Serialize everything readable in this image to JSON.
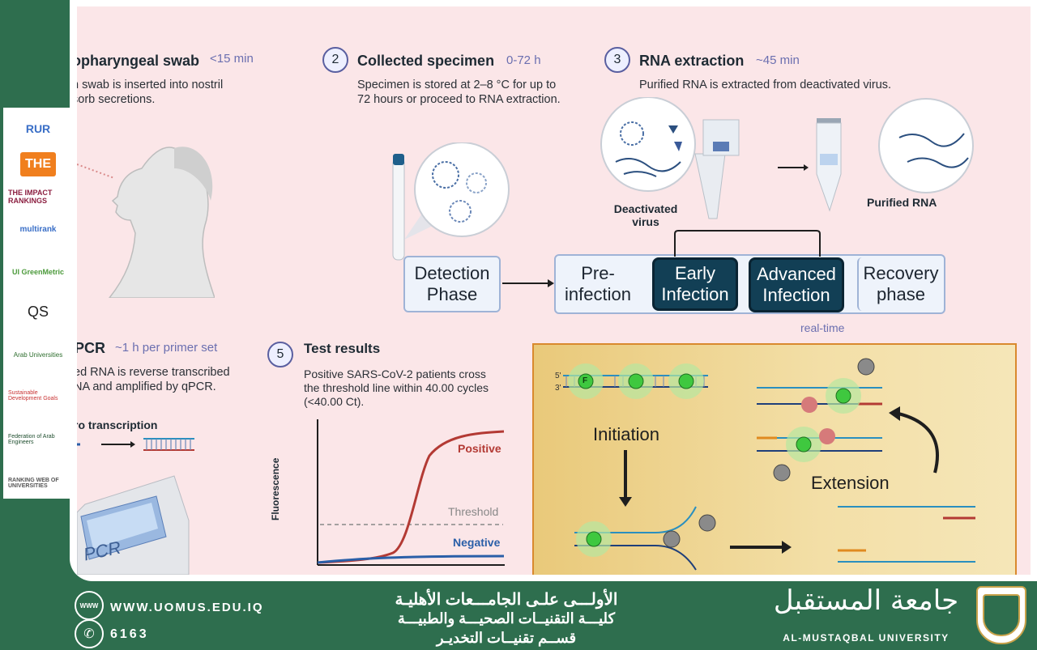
{
  "steps": {
    "s1": {
      "title": "opharyngeal swab",
      "time": "<15 min",
      "desc1": "n swab is inserted into nostril",
      "desc2": "sorb secretions."
    },
    "s2": {
      "num": "2",
      "title": "Collected specimen",
      "time": "0-72 h",
      "desc1": "Specimen is stored at 2–8 °C for up to",
      "desc2": "72 hours or proceed to RNA extraction."
    },
    "s3": {
      "num": "3",
      "title": "RNA extraction",
      "time": "~45 min",
      "desc": "Purified RNA is extracted from deactivated virus.",
      "label_virus1": "Deactivated",
      "label_virus2": "virus",
      "label_rna": "Purified RNA"
    },
    "s4": {
      "title": "PCR",
      "time": "~1 h per primer set",
      "desc1": "ed RNA is reverse transcribed",
      "desc2": "NA and amplified by qPCR.",
      "sub": "ro transcription",
      "device": "PCR"
    },
    "s5": {
      "num": "5",
      "title": "Test  results",
      "desc1": "Positive SARS-CoV-2 patients cross",
      "desc2": "the threshold line within 40.00 cycles",
      "desc3": "(<40.00 Ct)."
    }
  },
  "phases": {
    "detection_1": "Detection",
    "detection_2": "Phase",
    "pre_1": "Pre-",
    "pre_2": "infection",
    "early_1": "Early",
    "early_2": "Infection",
    "advanced_1": "Advanced",
    "advanced_2": "Infection",
    "recovery_1": "Recovery",
    "recovery_2": "phase",
    "realtime": "real-time"
  },
  "results_chart": {
    "ylabel": "Fluorescence",
    "positive": "Positive",
    "threshold": "Threshold",
    "negative": "Negative",
    "colors": {
      "positive": "#b33a34",
      "negative": "#2a5fa8",
      "threshold": "#888888"
    }
  },
  "pcr_panel": {
    "initiation": "Initiation",
    "extension": "Extension",
    "f": "F",
    "five": "5'",
    "three": "3'"
  },
  "rankings": {
    "items": [
      "RUR",
      "THE",
      "THE IMPACT RANKINGS",
      "multirank",
      "UI GreenMetric",
      "QS",
      "Arab Universities",
      "Sustainable Development Goals",
      "Federation of Arab Engineers",
      "RANKING WEB OF UNIVERSITIES"
    ]
  },
  "footer": {
    "website": "WWW.UOMUS.EDU.IQ",
    "phone": "6163",
    "www_badge": "WWW",
    "arabic_line1": "الأولـــى علـى الجامـــعات الأهليـة",
    "arabic_line2": "كليـــة التقنيــات الصحيـــة والطبيـــة",
    "arabic_line3": "قســم تقنيــات التخديـر",
    "university_ar": "جامعة المستقبل",
    "university_en": "AL-MUSTAQBAL UNIVERSITY"
  }
}
